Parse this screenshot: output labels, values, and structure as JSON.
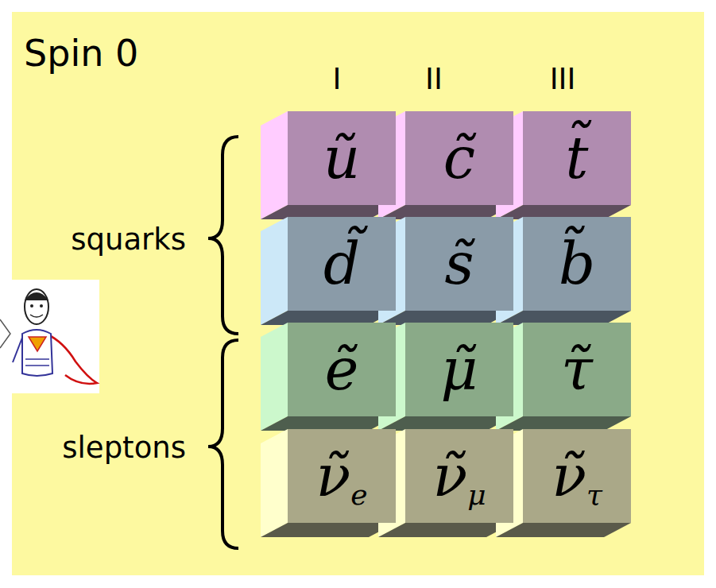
{
  "diagram": {
    "title": "Spin 0",
    "nodes": [
      {
        "text": [
          "ũ"
        ]
      },
      {
        "text": [
          "c̃"
        ]
      },
      {
        "text": [
          "t̃"
        ]
      },
      {
        "text": [
          "d̃"
        ]
      },
      {
        "text": [
          "s̃"
        ]
      },
      {
        "text": [
          "b̃"
        ]
      },
      {
        "text": [
          "ẽ"
        ]
      },
      {
        "text": [
          "μ̃"
        ]
      },
      {
        "text": [
          "τ̃"
        ]
      },
      {
        "text": [
          "ν̃",
          "e"
        ]
      },
      {
        "text": [
          "ν̃",
          "μ"
        ]
      },
      {
        "text": [
          "ν̃",
          "τ"
        ]
      }
    ],
    "labels": [
      "I",
      "II",
      "III",
      "squarks",
      "sleptons"
    ]
  }
}
